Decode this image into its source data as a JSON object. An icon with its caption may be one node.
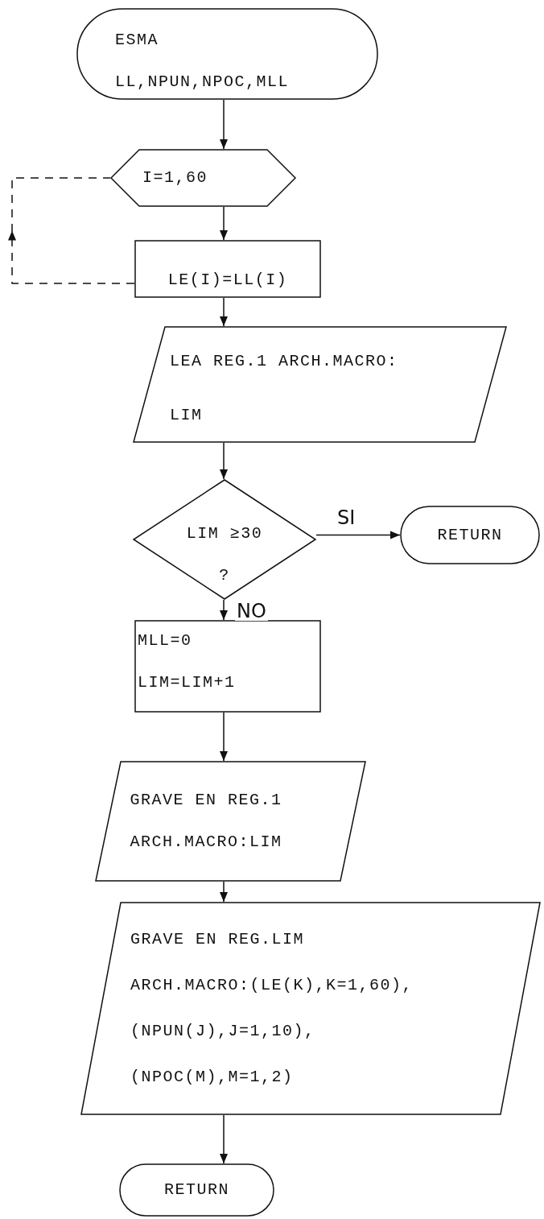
{
  "diagram": {
    "nodes": [
      {
        "text": [
          "ESMA",
          "LL,NPUN,NPOC,MLL"
        ]
      },
      {
        "text": [
          "I=1,60"
        ]
      },
      {
        "text": [
          "LE(I)=LL(I)"
        ]
      },
      {
        "text": [
          "LEA REG.1 ARCH.MACRO:",
          "LIM"
        ]
      },
      {
        "text": [
          "LIM ≥30",
          "?"
        ]
      },
      {
        "text": [
          "RETURN"
        ]
      },
      {
        "text": [
          "MLL=0",
          "LIM=LIM+1"
        ]
      },
      {
        "text": [
          "GRAVE EN REG.1 ARCH.MACRO:LIM"
        ]
      },
      {
        "text": [
          "GRAVE EN REG.LIM",
          "ARCH.MACRO:(LE(K),K=1,60),",
          "(NPUN(J),J=1,10),",
          "(NPOC(M),M=1,2)"
        ]
      },
      {
        "text": [
          "RETURN"
        ]
      }
    ],
    "edges": [
      {
        "from": 0,
        "to": 1,
        "arrow": "to"
      },
      {
        "from": 1,
        "to": 2,
        "arrow": "to"
      },
      {
        "from": 2,
        "to": 1,
        "arrow": "to",
        "style": "dashed"
      },
      {
        "from": 2,
        "to": 3,
        "arrow": "to"
      },
      {
        "from": 3,
        "to": 4,
        "arrow": "to"
      },
      {
        "from": 4,
        "to": 5,
        "arrow": "to",
        "label": "SI"
      },
      {
        "from": 4,
        "to": 6,
        "arrow": "to",
        "label": "NO"
      },
      {
        "from": 6,
        "to": 7,
        "arrow": "to"
      },
      {
        "from": 7,
        "to": 8,
        "arrow": "to"
      },
      {
        "from": 8,
        "to": 9,
        "arrow": "to"
      }
    ]
  }
}
